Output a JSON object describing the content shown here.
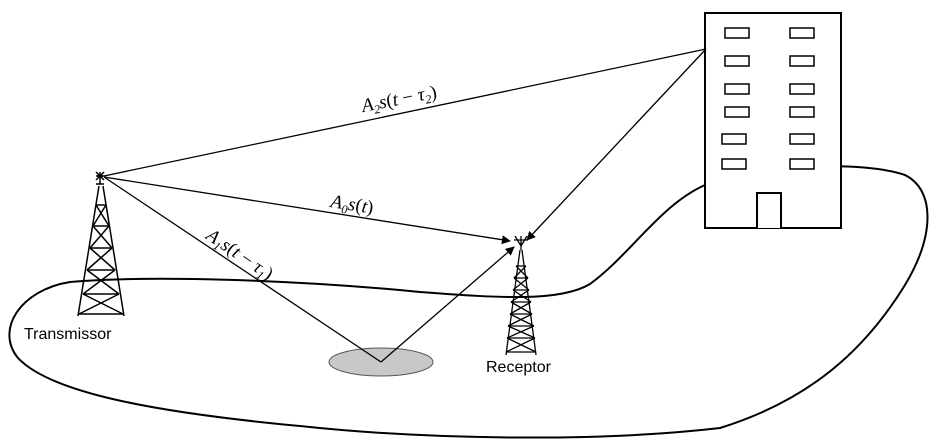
{
  "labels": {
    "transmitter": "Transmissor",
    "receiver": "Receptor"
  },
  "paths": {
    "direct": {
      "amp": "A",
      "amp_sub": "0",
      "sig": "s",
      "open": "(",
      "arg": "t",
      "close": ")"
    },
    "ground": {
      "amp": "A",
      "amp_sub": "1",
      "sig": "s",
      "open": "(",
      "arg": "t",
      "minus": " − ",
      "delay": "τ",
      "delay_sub": "1",
      "close": ")"
    },
    "building": {
      "amp": "A",
      "amp_sub": "2",
      "sig": "s",
      "open": "(",
      "arg": "t",
      "minus": " − ",
      "delay": "τ",
      "delay_sub": "2",
      "close": ")"
    }
  },
  "colors": {
    "line": "#000000",
    "reflector_fill": "#c8c8c8",
    "background": "#ffffff"
  },
  "icons": [
    "transmitter-tower-icon",
    "receiver-tower-icon",
    "building-icon",
    "ground-reflector-icon"
  ]
}
